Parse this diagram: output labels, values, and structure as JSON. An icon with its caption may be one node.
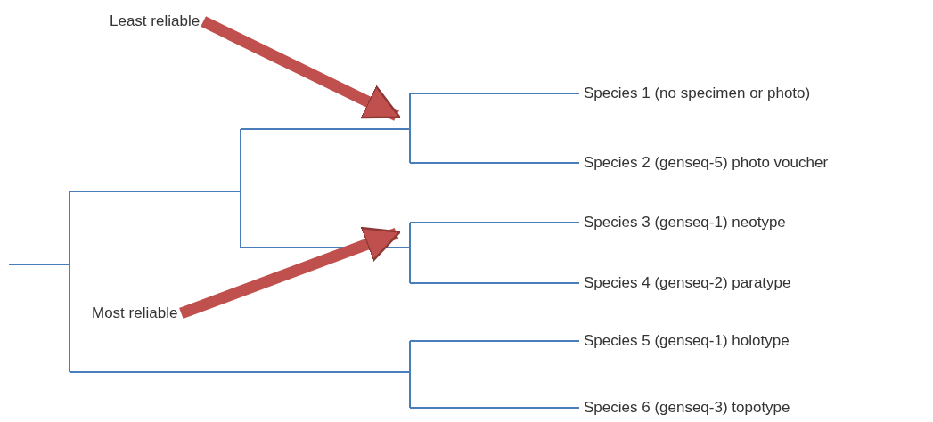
{
  "diagram": {
    "nodes": [
      {
        "text": [
          "Least reliable"
        ]
      },
      {
        "text": [
          "Most reliable"
        ]
      }
    ],
    "edges": [
      {
        "from": 0,
        "to": null,
        "arrow": "to"
      },
      {
        "from": 1,
        "to": null,
        "arrow": "to"
      }
    ],
    "labels": [
      "Species 1 (no specimen or photo)",
      "Species 2 (genseq-5) photo voucher",
      "Species 3 (genseq-1) neotype",
      "Species 4 (genseq-2) paratype",
      "Species 5 (genseq-1) holotype",
      "Species 6 (genseq-3) topotype"
    ]
  }
}
